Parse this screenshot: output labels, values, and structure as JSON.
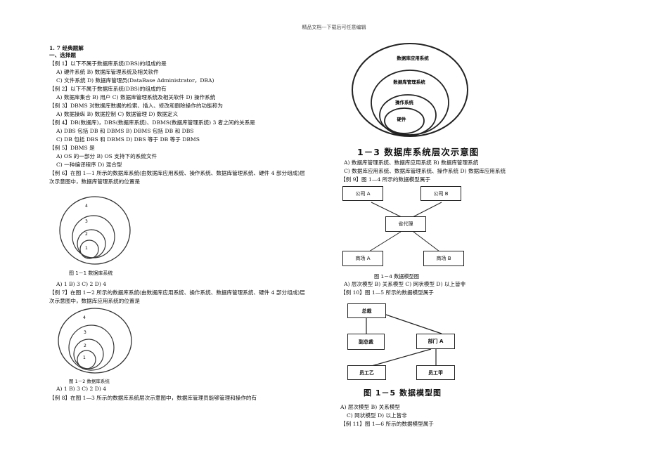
{
  "header": "精品文档---下载后可任意编辑",
  "left": {
    "section": "1. 7 经典题解",
    "subsection": "一、选择题",
    "ex1_q": "【例 1】以下不属于数据库系统(DBS)的组成的是",
    "ex1_a": "A) 硬件系统       B) 数据库管理系统及相关软件",
    "ex1_b": "C) 文件系统       D) 数据库管理员(DataBase Administrator，DBA)",
    "ex2_q": "【例 2】以下不属于数据库系统(DBS)的组成的有",
    "ex2_a": "A) 数据库集合      B) 用户      C) 数据库管理系统及相关软件       D) 操作系统",
    "ex3_q": "【例 3】DBMS 对数据库数据的检索、插入、修改和删除操作的功能称为",
    "ex3_a": "A) 数据操纵 B) 数据控制       C) 数据管理 D) 数据定义",
    "ex4_q": "【例 4】DB(数据库)，DBS(数据库系统)、DBMS(数据库管理系统) 3 者之间的关系是",
    "ex4_a": "A) DBS 包括 DB 和 DBMS    B) DBMS 包括 DB 和 DBS",
    "ex4_b": "C) DB 包括 DBS 和 DBMS    D) DBS 等于 DB 等于 DBMS",
    "ex5_q": "【例 5】DBMS 是",
    "ex5_a": "A) OS 的一部分 B) OS 支持下的系统文件",
    "ex5_b": "C) 一种编译程序 D) 混合型",
    "ex6_q1": "【例 6】在图 1—1 所示的数据库系统(由数据库应用系统、操作系统、数据库管理系统、硬件 4 部分组成)层",
    "ex6_q2": "次示意图中，数据库管理系统的位置是",
    "fig1_caption": "图 1－1    数据库系统",
    "fig1_labels": [
      "4",
      "3",
      "2",
      "1"
    ],
    "ex6_opts": "A) 1    B) 3       C) 2           D) 4",
    "ex7_q1": "【例 7】在图 1－2 所示的数据库系统(由数据库应用系统、操作系统、数据库管理系统、硬件 4 部分组成)层",
    "ex7_q2": "次示意图中，数据库应用系统的位置是",
    "fig2_caption": "图 1－2    数据库系统",
    "fig2_labels": [
      "4",
      "3",
      "2",
      "1"
    ],
    "ex7_opts": "A) 1    B) 3       C) 2           D) 4",
    "ex8_q": "【例 8】在图 1—3 所示的数据库系统层次示意图中，数据库管理员能够管理和操作的有"
  },
  "right": {
    "fig3_labels": [
      "数据库应用系统",
      "数据库管理系统",
      "操作系统",
      "硬件"
    ],
    "fig3_caption": "1－3    数据库系统层次示意图",
    "ex8_a": "A) 数据库管理系统、数据库应用系统       B) 数据库管理系统",
    "ex8_b": "C) 数据库应用系统、数据库管理系统、操作系统       D) 数据库应用系统",
    "ex9_q": "【例 9】图 1—4 所示的数据模型属于",
    "fig4_nodes": [
      "公司 A",
      "公司 B",
      "省代理",
      "商场 A",
      "商场 B"
    ],
    "fig4_caption": "图 1－4    数据模型图",
    "ex9_opts": "A) 层次模型       B) 关系模型       C) 网状模型         D) 以上皆非",
    "ex10_q": "【例 10】图 1—5 所示的数据模型属于",
    "fig5_nodes": [
      "总裁",
      "副总裁",
      "部门 A",
      "员工乙",
      "员工甲"
    ],
    "fig5_caption": "图 1－5    数据模型图",
    "ex10_a": "A) 层次模型 B) 关系模型",
    "ex10_b": "C) 网状模型 D) 以上皆非",
    "ex11_q": "【例 11】图 1—6 所示的数据模型属于"
  }
}
